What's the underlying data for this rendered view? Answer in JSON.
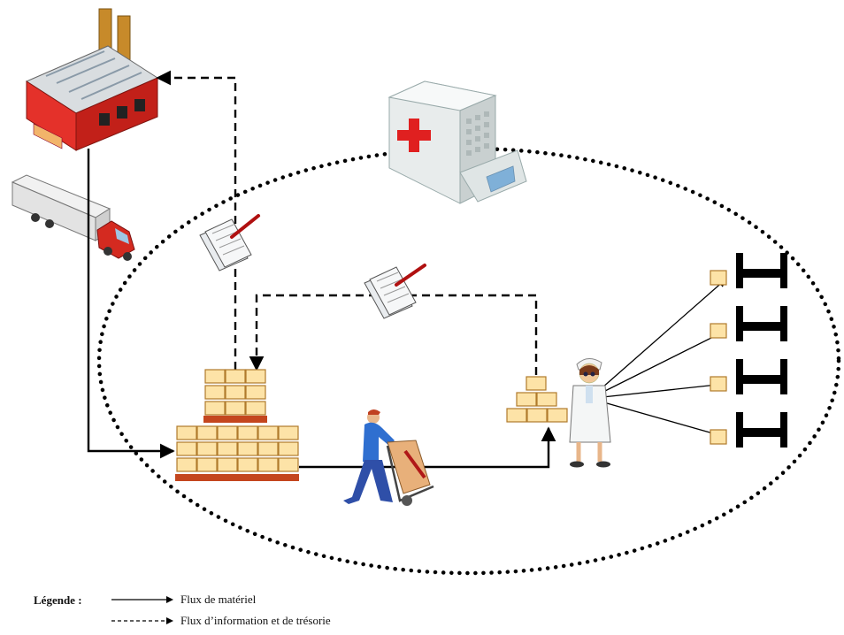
{
  "legend": {
    "title": "Légende :",
    "material_flow": "Flux de matériel",
    "info_flow": "Flux d’information  et de trésorie"
  },
  "nodes": {
    "factory": "factory-icon",
    "truck": "truck-icon",
    "hospital": "hospital-icon",
    "central_stock": "central-stock-pallets-icon",
    "unit_stock": "care-unit-stock-icon",
    "order_documents": "order-document-icon",
    "worker": "worker-with-hand-truck-icon",
    "nurse": "nurse-icon",
    "beds": "hospital-bed-icon",
    "patient_doses": "dose-box-icon"
  },
  "colors": {
    "factory_red": "#d8241c",
    "box_fill": "#fde3a7",
    "box_stroke": "#b07a2c",
    "pallet": "#c4461e",
    "hospital_cross": "#e02020",
    "dotted_boundary": "#000000"
  }
}
